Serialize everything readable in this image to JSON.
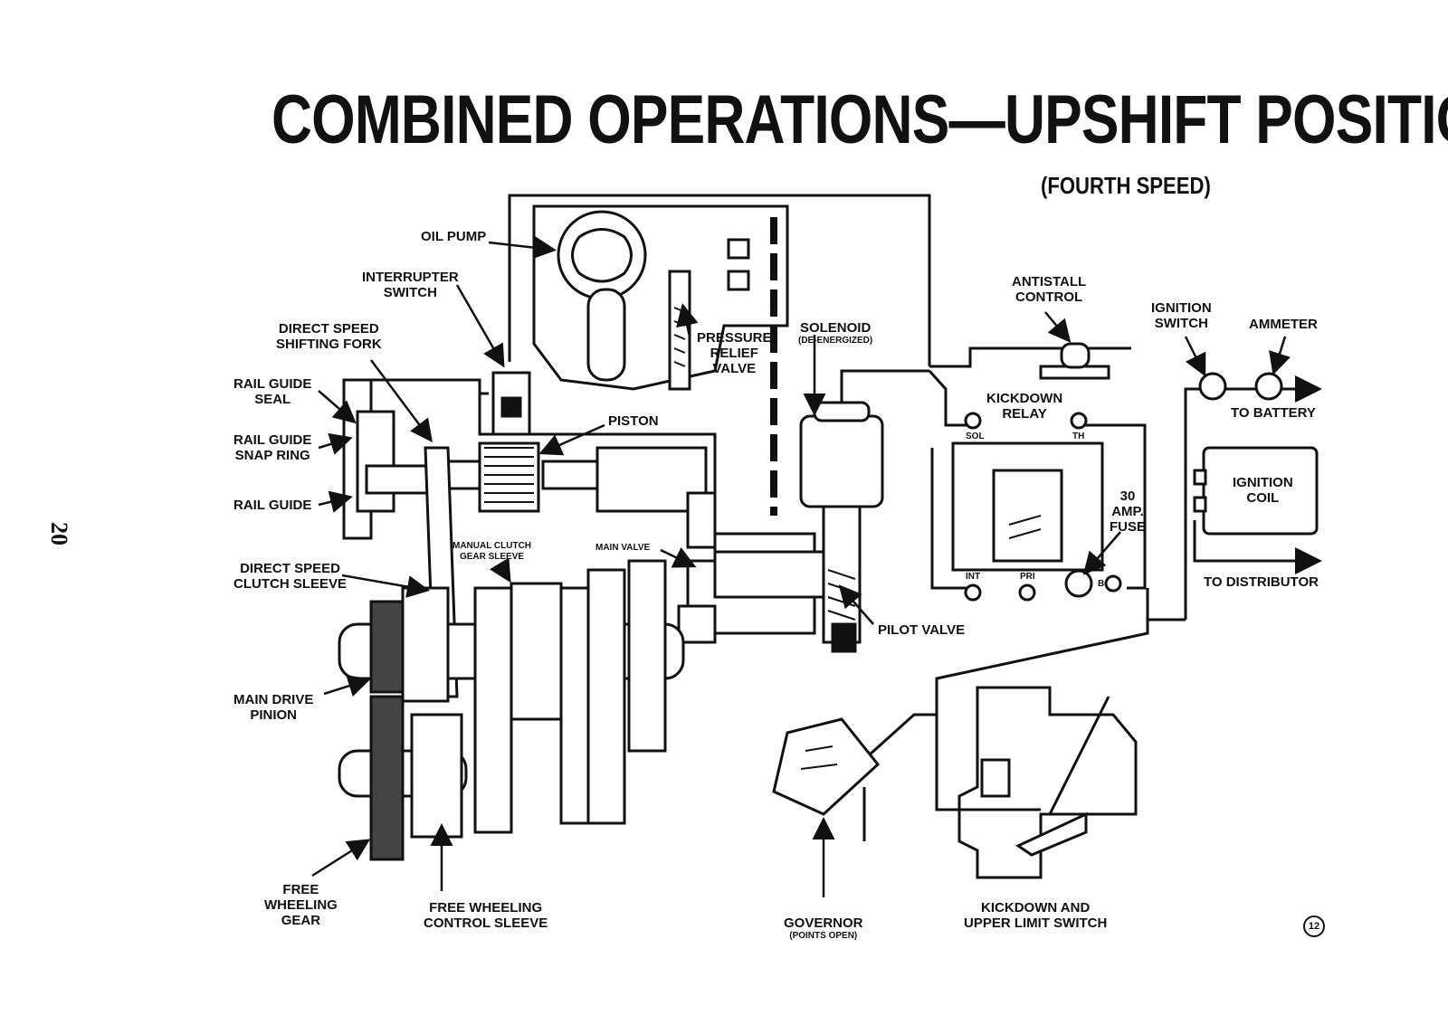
{
  "header": {
    "title": "COMBINED OPERATIONS—UPSHIFT POSITION",
    "subtitle": "(FOURTH SPEED)"
  },
  "page_number": "20",
  "figure_number": "12",
  "labels": {
    "oil_pump": "OIL PUMP",
    "interrupter_switch": "INTERRUPTER\nSWITCH",
    "direct_speed_shifting_fork": "DIRECT SPEED\nSHIFTING FORK",
    "rail_guide_seal": "RAIL GUIDE\nSEAL",
    "rail_guide_snap_ring": "RAIL GUIDE\nSNAP RING",
    "rail_guide": "RAIL GUIDE",
    "direct_speed_clutch_sleeve": "DIRECT SPEED\nCLUTCH SLEEVE",
    "main_drive_pinion": "MAIN DRIVE\nPINION",
    "free_wheeling_gear": "FREE\nWHEELING\nGEAR",
    "free_wheeling_control_sleeve": "FREE WHEELING\nCONTROL SLEEVE",
    "pressure_relief_valve": "PRESSURE\nRELIEF\nVALVE",
    "piston": "PISTON",
    "manual_clutch_gear_sleeve": "MANUAL CLUTCH\nGEAR SLEEVE",
    "main_valve": "MAIN VALVE",
    "solenoid": "SOLENOID",
    "solenoid_state": "(DE-ENERGIZED)",
    "pilot_valve": "PILOT VALVE",
    "antistall_control": "ANTISTALL\nCONTROL",
    "kickdown_relay": "KICKDOWN\nRELAY",
    "relay_sol": "SOL",
    "relay_th": "TH",
    "relay_int": "INT",
    "relay_pri": "PRI",
    "relay_b": "B",
    "fuse": "30\nAMP.\nFUSE",
    "ignition_switch": "IGNITION\nSWITCH",
    "ammeter": "AMMETER",
    "to_battery": "TO BATTERY",
    "ignition_coil": "IGNITION\nCOIL",
    "to_distributor": "TO DISTRIBUTOR",
    "governor": "GOVERNOR",
    "governor_state": "(POINTS OPEN)",
    "kickdown_upper_limit_switch": "KICKDOWN AND\nUPPER LIMIT SWITCH"
  }
}
